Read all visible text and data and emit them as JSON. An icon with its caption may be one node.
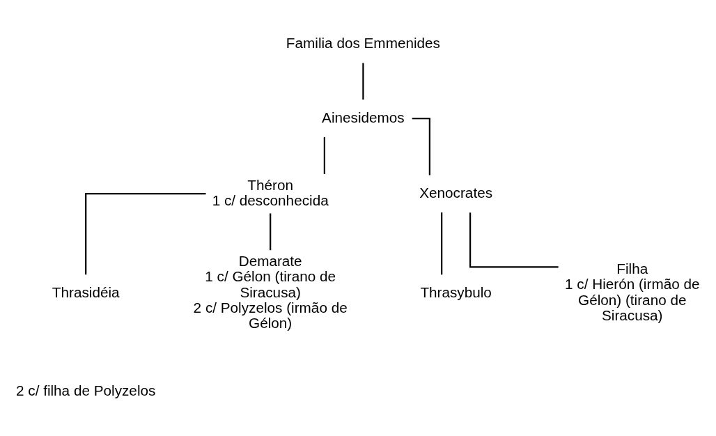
{
  "diagram": {
    "nodes": [
      {
        "text": [
          "Familia dos Emmenides"
        ]
      },
      {
        "text": [
          "Ainesidemos"
        ]
      },
      {
        "text": [
          "Théron",
          "1 c/ desconhecida"
        ]
      },
      {
        "text": [
          "Xenocrates"
        ]
      },
      {
        "text": [
          "Thrasidéia"
        ]
      },
      {
        "text": [
          "Demarate",
          "1 c/ Gélon (tirano de Siracusa)",
          "2 c/ Polyzelos (irmão de Gélon)"
        ]
      },
      {
        "text": [
          "Thrasybulo"
        ]
      },
      {
        "text": [
          "Filha",
          "1 c/ Hierón (irmão de Gélon) (tirano de Siracusa)"
        ]
      }
    ],
    "edges": [
      {
        "from": 0,
        "to": 1,
        "arrow": "none"
      },
      {
        "from": 1,
        "to": 2,
        "arrow": "none"
      },
      {
        "from": 1,
        "to": 3,
        "arrow": "none"
      },
      {
        "from": 2,
        "to": 4,
        "arrow": "none"
      },
      {
        "from": 2,
        "to": 5,
        "arrow": "none"
      },
      {
        "from": 3,
        "to": 6,
        "arrow": "none"
      },
      {
        "from": 3,
        "to": 7,
        "arrow": "none"
      }
    ],
    "labels": [
      "2 c/ filha de Polyzelos"
    ]
  }
}
